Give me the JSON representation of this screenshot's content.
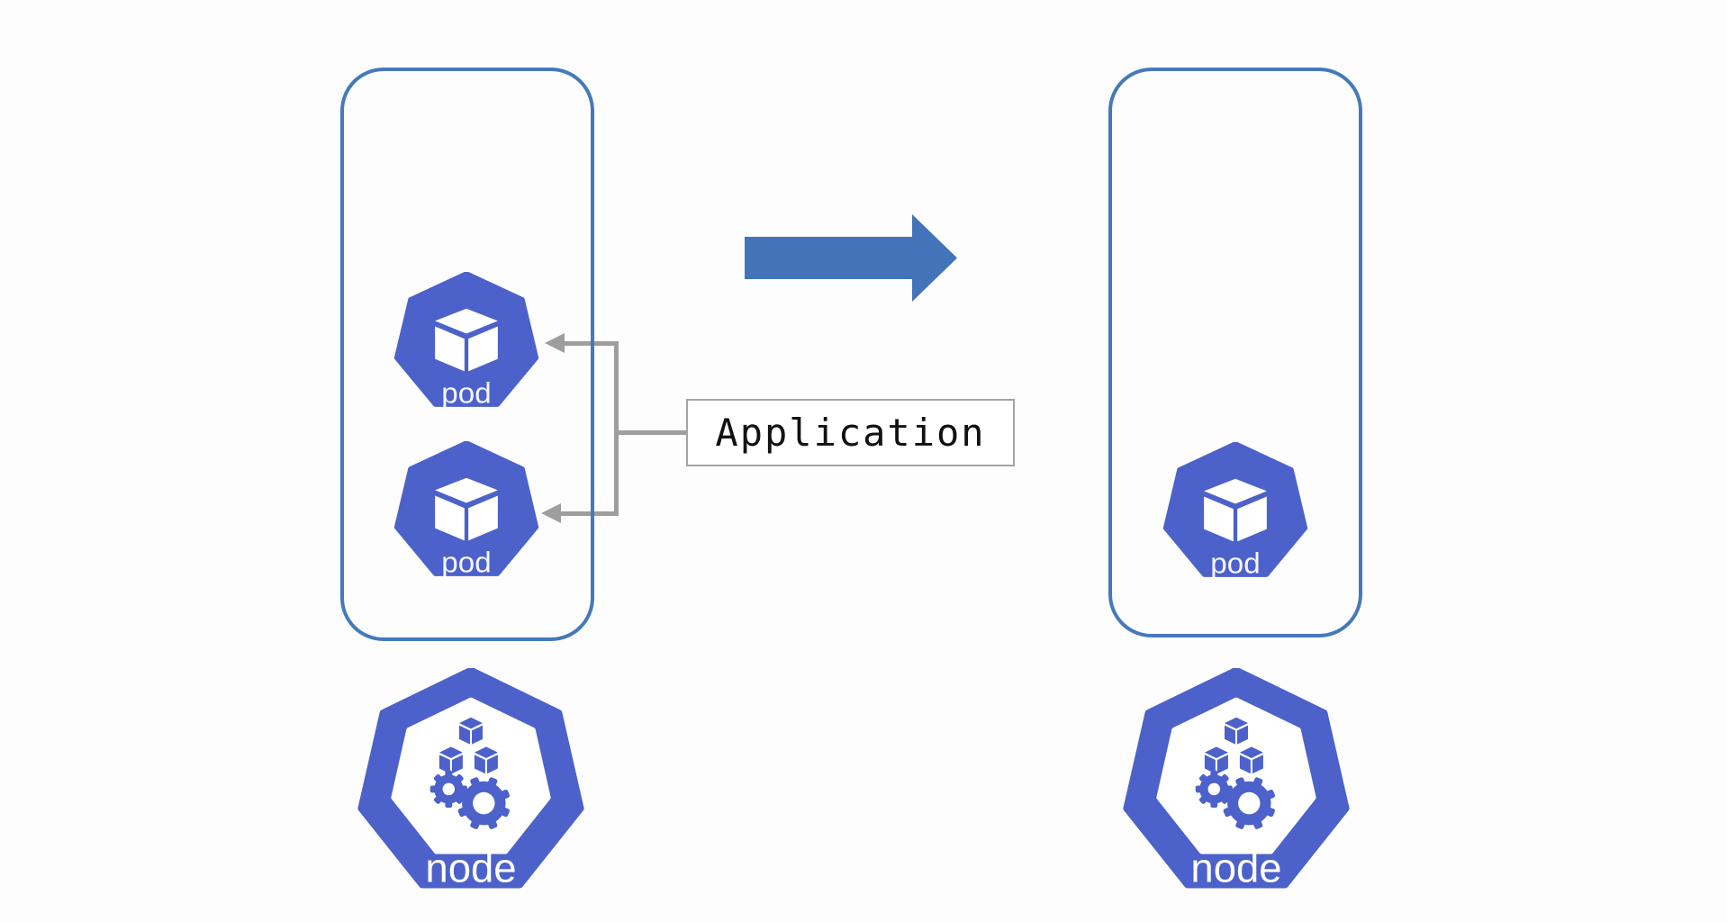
{
  "colors": {
    "icon_blue": "#4c61ca",
    "cluster_outline_blue": "#4579ba",
    "transition_arrow_blue": "#4373b8",
    "connector_gray": "#9e9e9e",
    "background": "#fdfdfd"
  },
  "left_cluster": {
    "pods": [
      {
        "label": "pod"
      },
      {
        "label": "pod"
      }
    ],
    "node_label": "node"
  },
  "right_cluster": {
    "pods": [
      {
        "label": "pod"
      }
    ],
    "node_label": "node"
  },
  "annotation": {
    "label": "Application"
  },
  "icons": {
    "pod": "kubernetes-pod-heptagon",
    "node": "kubernetes-node-heptagon",
    "transition": "right-block-arrow"
  }
}
